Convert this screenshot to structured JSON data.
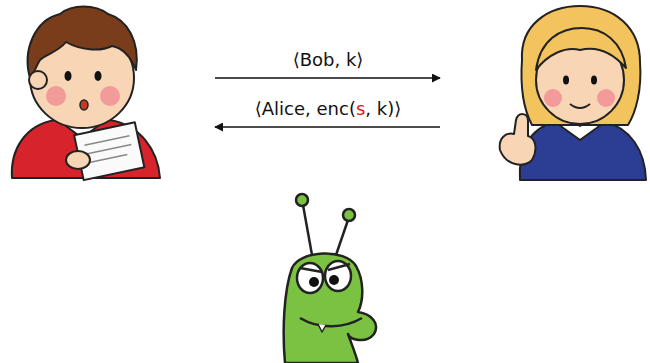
{
  "diagram": {
    "labels": [
      "⟨Bob, k⟩",
      "⟨Alice, enc(",
      "s",
      ", k)⟩"
    ]
  }
}
